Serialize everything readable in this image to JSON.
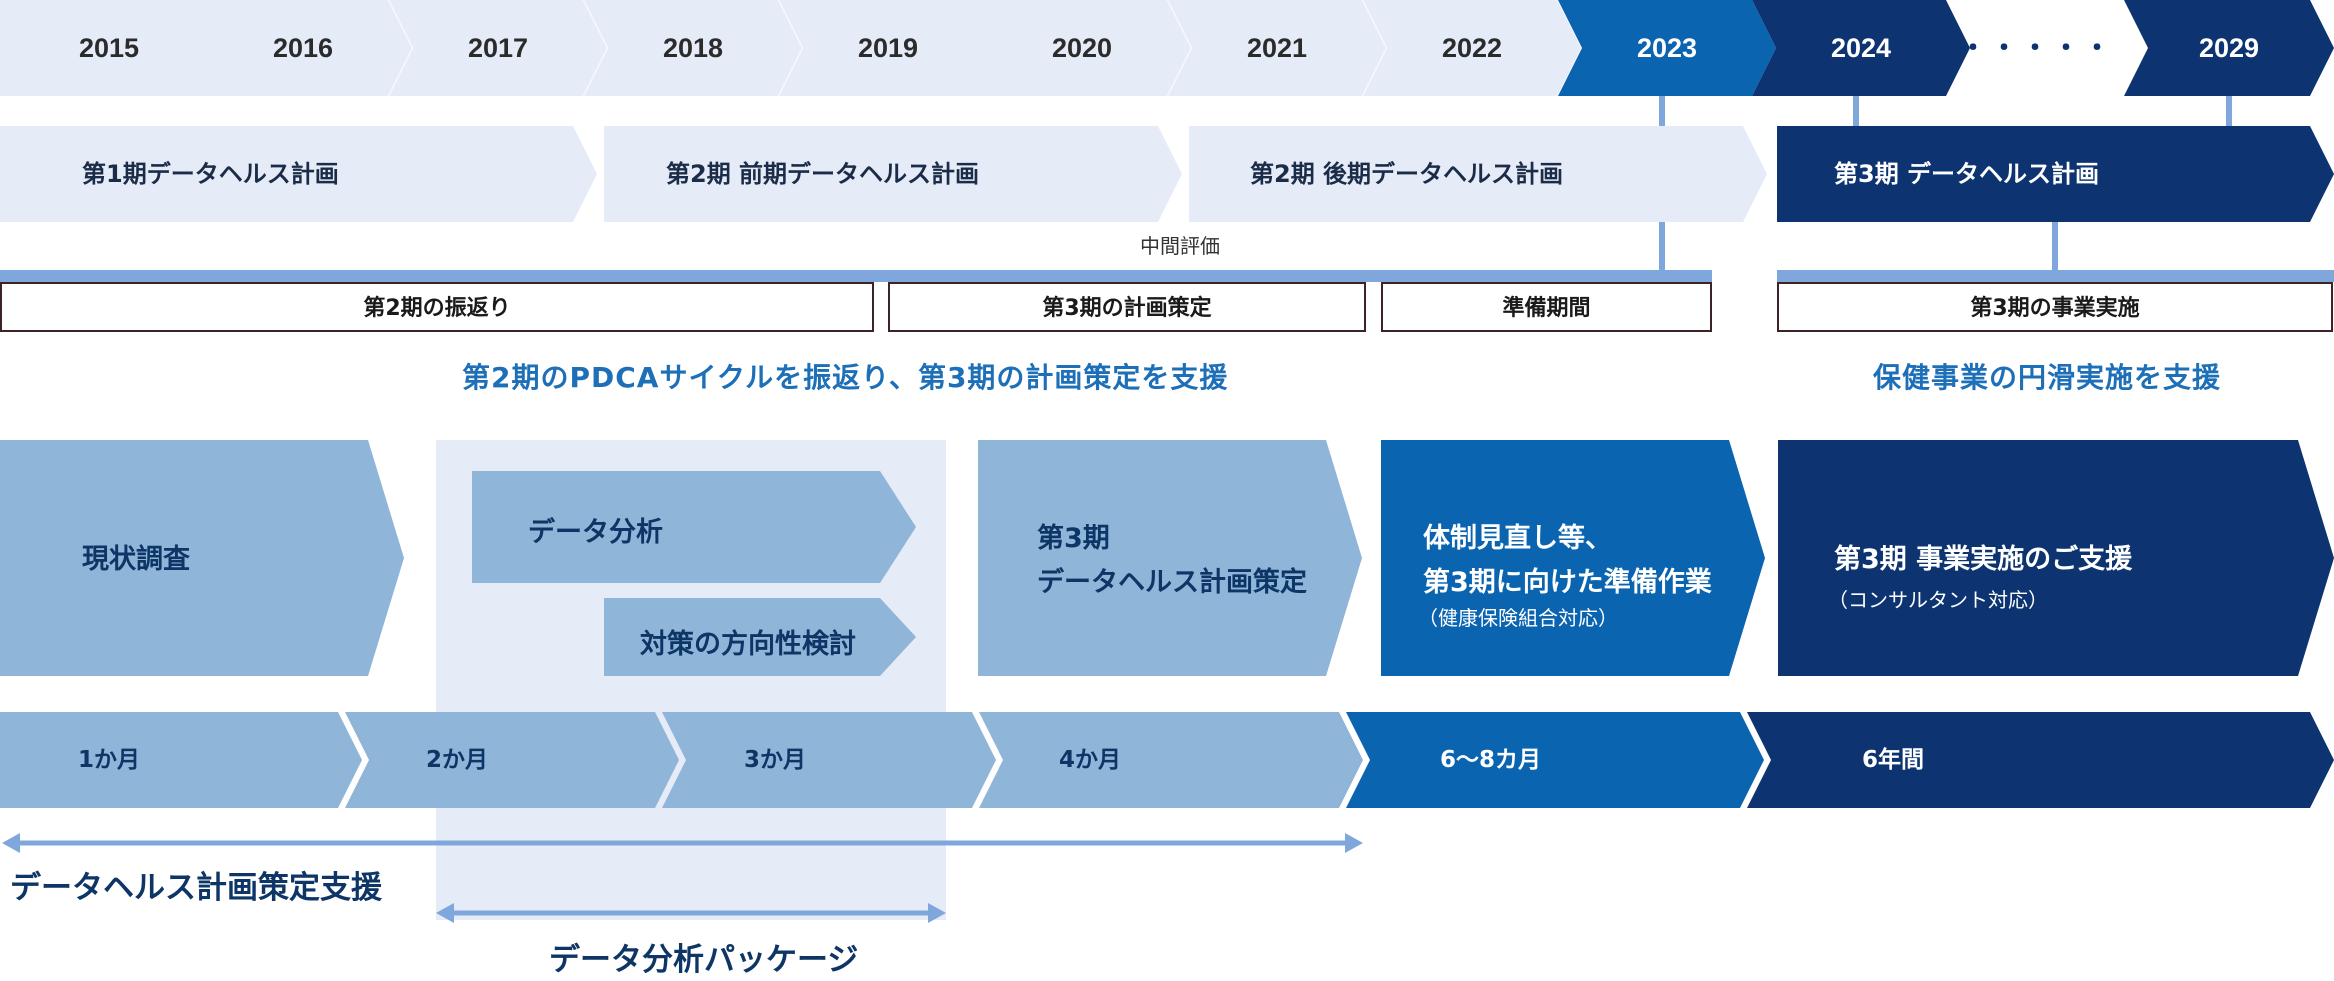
{
  "colors": {
    "pale": "#e6ebf8",
    "light": "#8fb5d8",
    "mid": "#0a64b0",
    "dark": "#0d3470",
    "connector": "#7fa7dc",
    "subtitle": "#1d6fb8",
    "text_dark": "#0d3566"
  },
  "years": [
    "2015",
    "2016",
    "2017",
    "2018",
    "2019",
    "2020",
    "2021",
    "2022",
    "2023",
    "2024",
    "・・・・・",
    "2029"
  ],
  "phases": [
    {
      "label": "第1期データヘルス計画"
    },
    {
      "label": "第2期 前期データヘルス計画"
    },
    {
      "label": "第2期 後期データヘルス計画"
    },
    {
      "label": "第3期 データヘルス計画"
    }
  ],
  "midterm_label": "中間評価",
  "stages": [
    {
      "label": "第2期の振返り"
    },
    {
      "label": "第3期の計画策定"
    },
    {
      "label": "準備期間"
    },
    {
      "label": "第3期の事業実施"
    }
  ],
  "subtitles": {
    "left": "第2期のPDCAサイクルを振返り、第3期の計画策定を支援",
    "right": "保健事業の円滑実施を支援"
  },
  "blocks": {
    "survey": "現状調査",
    "analysis": "データ分析",
    "policy": "対策の方向性検討",
    "plan_line1": "第3期",
    "plan_line2": "データヘルス計画策定",
    "prep_line1": "体制見直し等、",
    "prep_line2": "第3期に向けた準備作業",
    "prep_note": "（健康保険組合対応）",
    "support_line1": "第3期 事業実施のご支援",
    "support_note": "（コンサルタント対応）"
  },
  "durations": [
    "1か月",
    "2か月",
    "3か月",
    "4か月",
    "6〜8カ月",
    "6年間"
  ],
  "bottom_labels": {
    "plan_support": "データヘルス計画策定支援",
    "analysis_package": "データ分析パッケージ"
  }
}
